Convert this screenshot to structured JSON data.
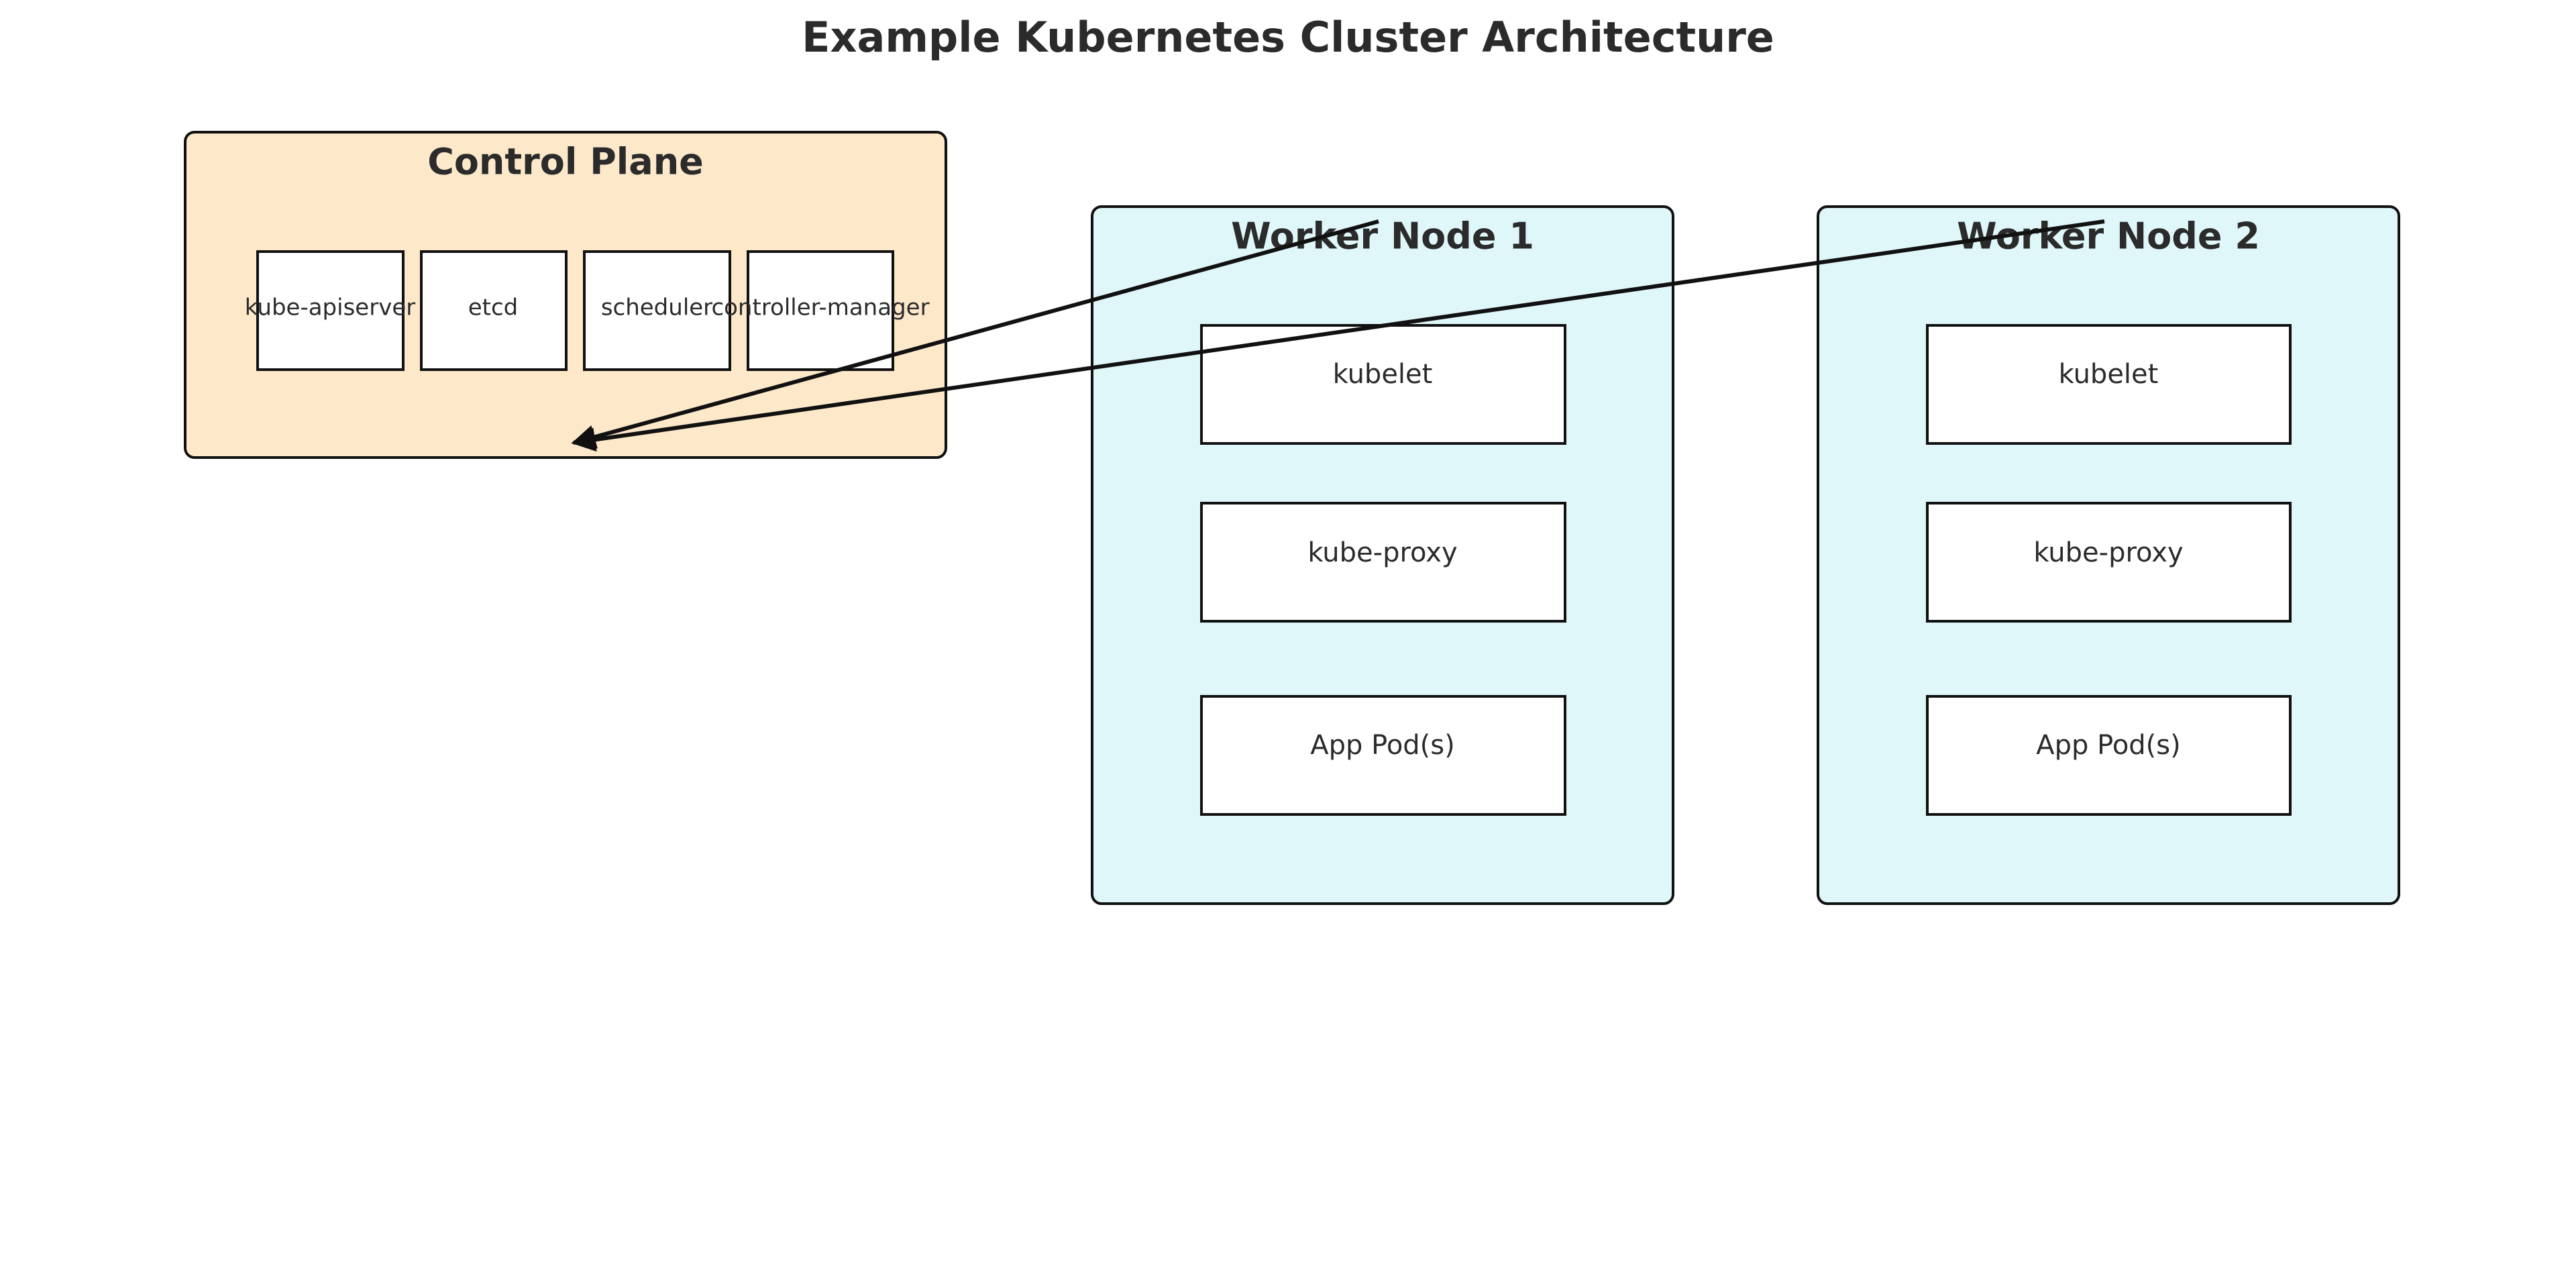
{
  "title": "Example Kubernetes Cluster Architecture",
  "colors": {
    "control_plane_fill": "#fde9ca",
    "worker_fill": "#e0f7f9",
    "stroke": "#111111",
    "text": "#2b2b2b"
  },
  "control_plane": {
    "label": "Control Plane",
    "components": [
      "kube-apiserver",
      "etcd",
      "scheduler",
      "controller-manager"
    ]
  },
  "worker_nodes": [
    {
      "label": "Worker Node 1",
      "components": [
        "kubelet",
        "kube-proxy",
        "App Pod(s)"
      ]
    },
    {
      "label": "Worker Node 2",
      "components": [
        "kubelet",
        "kube-proxy",
        "App Pod(s)"
      ]
    }
  ],
  "connections": [
    {
      "from": "Worker Node 1",
      "to": "Control Plane"
    },
    {
      "from": "Worker Node 2",
      "to": "Control Plane"
    }
  ]
}
